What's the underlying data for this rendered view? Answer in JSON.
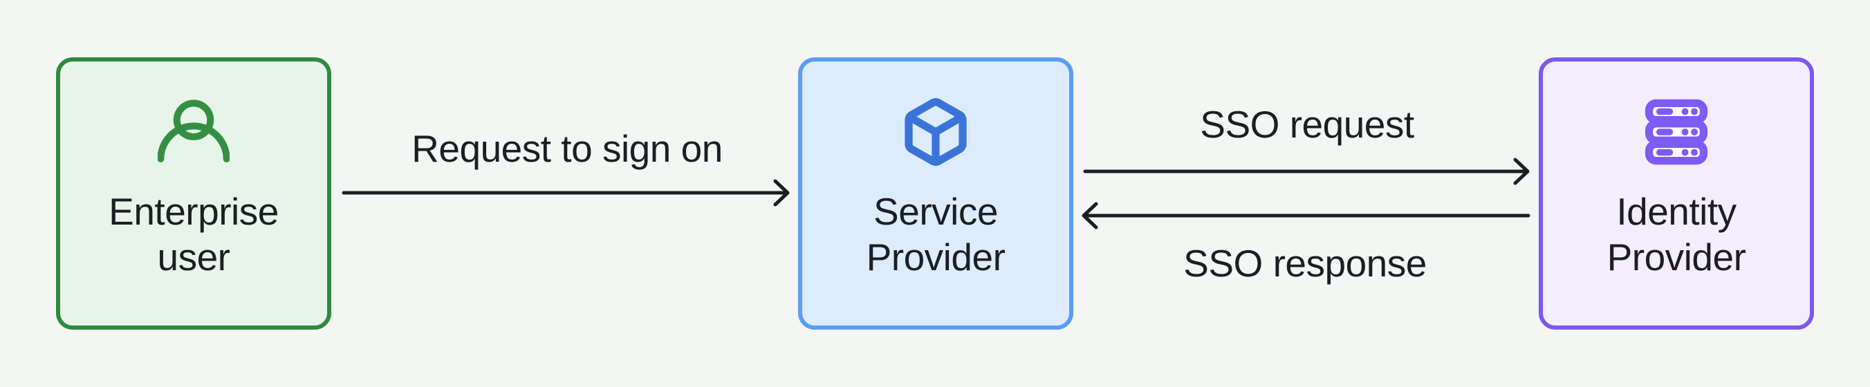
{
  "diagram": {
    "background": "#f4f6f4",
    "ink": "#1b1f24",
    "nodes": [
      {
        "label": "Enterprise user",
        "icon": "user-icon",
        "border_color": "#2f8b3e",
        "fill_color": "#e7f4e9",
        "icon_color": "#358f43"
      },
      {
        "label": "Service Provider",
        "icon": "cube-icon",
        "border_color": "#5b9cf8",
        "fill_color": "#ddecfd",
        "icon_color": "#3b74d9"
      },
      {
        "label": "Identity Provider",
        "icon": "server-icon",
        "border_color": "#7c57f2",
        "fill_color": "#f4edfd",
        "icon_color": "#7c5cf5"
      }
    ],
    "edges": [
      {
        "from": "Enterprise user",
        "to": "Service Provider",
        "label": "Request to sign on",
        "direction": "right"
      },
      {
        "from": "Service Provider",
        "to": "Identity Provider",
        "label": "SSO request",
        "direction": "right"
      },
      {
        "from": "Identity Provider",
        "to": "Service Provider",
        "label": "SSO response",
        "direction": "left"
      }
    ]
  }
}
